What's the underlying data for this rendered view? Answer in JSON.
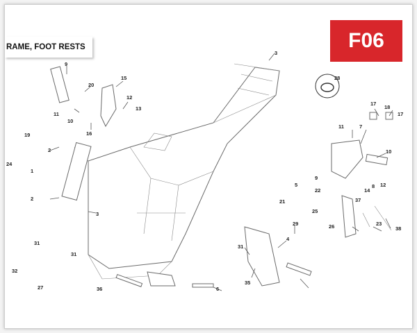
{
  "header": {
    "section_title": "RAME, FOOT RESTS",
    "section_code": "F06",
    "badge_color": "#d8262b"
  },
  "callouts": [
    "3",
    "9",
    "20",
    "15",
    "12",
    "13",
    "11",
    "10",
    "16",
    "28",
    "17",
    "18",
    "17",
    "11",
    "7",
    "10",
    "19",
    "2",
    "24",
    "1",
    "2",
    "3",
    "9",
    "22",
    "5",
    "21",
    "25",
    "37",
    "14",
    "12",
    "8",
    "4",
    "29",
    "26",
    "23",
    "38",
    "31",
    "31",
    "31",
    "35",
    "32",
    "27",
    "36",
    "6"
  ]
}
